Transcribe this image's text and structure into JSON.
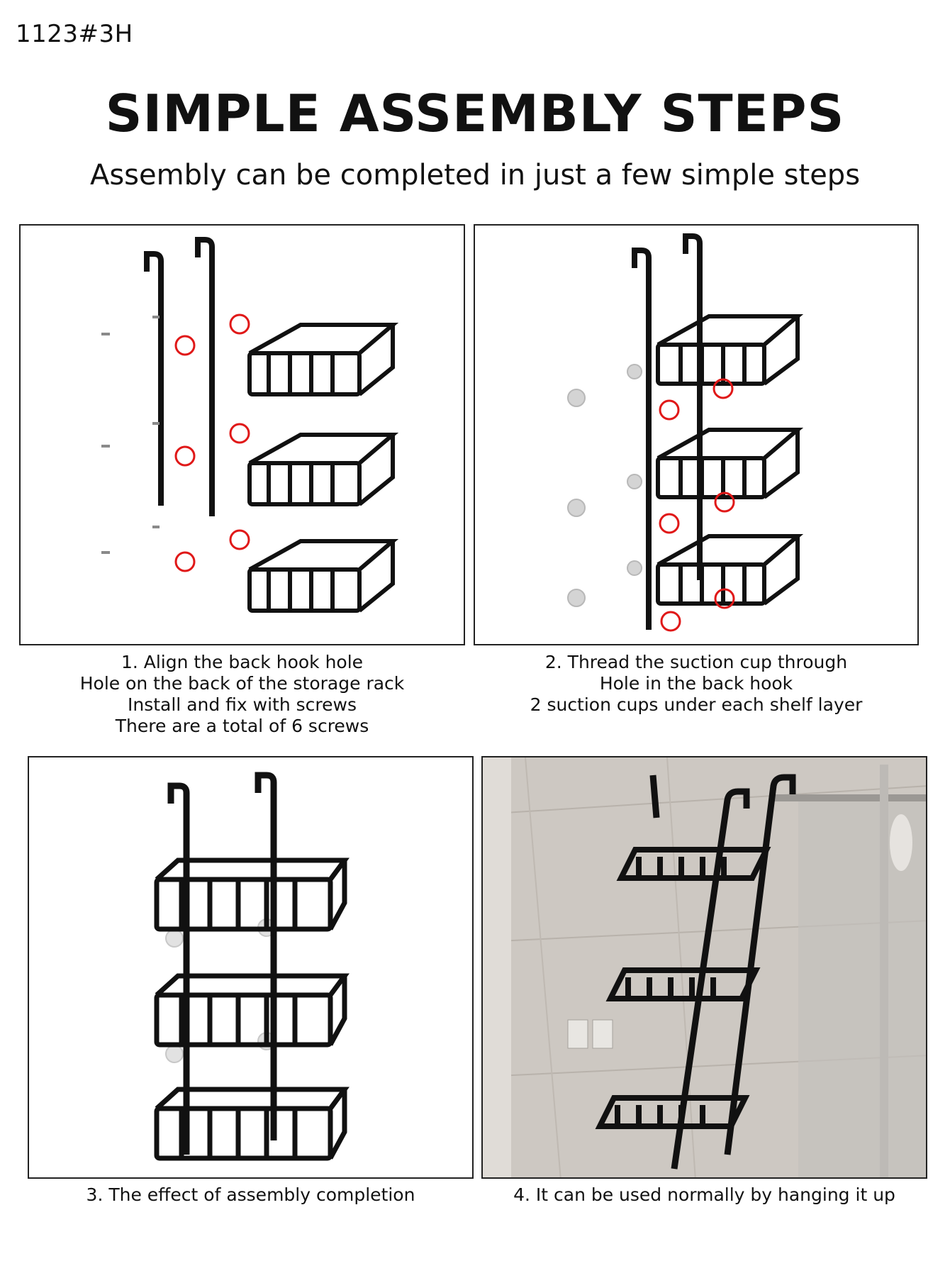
{
  "header": {
    "model_code": "1123#3H",
    "title": "SIMPLE ASSEMBLY STEPS",
    "subtitle": "Assembly can be completed in just a few simple steps"
  },
  "steps": [
    {
      "lines": [
        "1. Align the back hook hole",
        "Hole on the back of the storage rack",
        "Install and fix with screws",
        "There are a total of 6 screws"
      ]
    },
    {
      "lines": [
        "2. Thread the suction cup through",
        "Hole in the back hook",
        "2 suction cups under each shelf layer"
      ]
    },
    {
      "lines": [
        "3. The effect of assembly completion"
      ]
    },
    {
      "lines": [
        "4. It can be used normally by hanging it up"
      ]
    }
  ],
  "colors": {
    "rack": "#111111",
    "highlight": "#e01818",
    "screw": "#8a8a8a",
    "suction_cup": "#d4d4d4",
    "wall_tile": "#c9c4bf"
  },
  "icons": [
    "rack-hook-icon",
    "shelf-basket-icon",
    "screw-icon",
    "suction-cup-icon",
    "highlight-circle-icon"
  ]
}
